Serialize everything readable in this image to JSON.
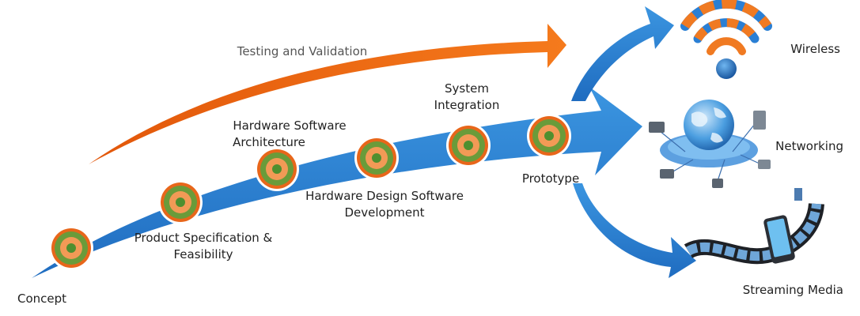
{
  "diagram": {
    "top_arrow_label": "Testing and Validation",
    "stages": [
      {
        "label": "Concept"
      },
      {
        "label_line1": "Product Specification &",
        "label_line2": "Feasibility"
      },
      {
        "label_line1": "Hardware Software",
        "label_line2": "Architecture"
      },
      {
        "label_line1": "Hardware Design Software",
        "label_line2": "Development"
      },
      {
        "label_line1": "System",
        "label_line2": "Integration"
      },
      {
        "label": "Prototype"
      }
    ],
    "outcomes": [
      {
        "label": "Wireless",
        "icon": "wifi-icon"
      },
      {
        "label": "Networking",
        "icon": "network-globe-icon"
      },
      {
        "label": "Streaming Media",
        "icon": "film-phone-icon"
      }
    ]
  },
  "colors": {
    "main_arrow": "#2f86d6",
    "top_arrow": "#f26a10",
    "node_ring_outer": "#e8661a",
    "node_ring_green": "#6a9b3a",
    "node_inner_orange": "#f29a56",
    "node_center": "#4f8f2f"
  }
}
